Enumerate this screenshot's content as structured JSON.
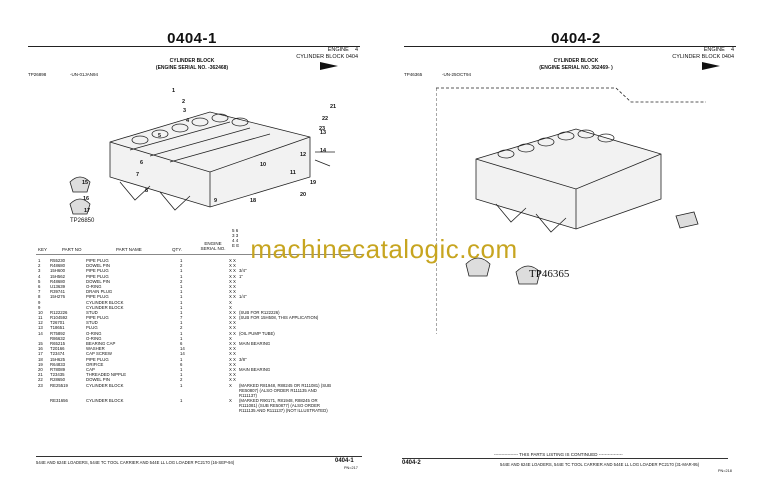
{
  "left": {
    "title": "0404-1",
    "header_group": "ENGINE",
    "header_group_num": "4",
    "header_section": "CYLINDER BLOCK 0404",
    "caption_title": "CYLINDER BLOCK",
    "caption_serial": "(ENGINE SERIAL NO.       -362468)",
    "tp_id": "TP26898",
    "un_id": "-UN-01JAN94",
    "fig_stamp": "TP26850",
    "callouts": [
      "1",
      "2",
      "3",
      "4",
      "5",
      "6",
      "7",
      "8",
      "9",
      "10",
      "11",
      "12",
      "13",
      "14",
      "15",
      "16",
      "17",
      "18",
      "19",
      "20",
      "21",
      "22",
      "23"
    ],
    "col_headers": {
      "key": "KEY",
      "part": "PART NO",
      "name": "PART NAME",
      "qty": "QTY.",
      "engine": "ENGINE",
      "serial": "SERIAL NO.",
      "serial_digits": [
        "5 6",
        "3 3",
        "4 4",
        "E E"
      ]
    },
    "rows": [
      {
        "key": "1",
        "part": "R55230",
        "name": "PIPE PLUG",
        "qty": "1",
        "mark": "X X",
        "rem": ""
      },
      {
        "key": "2",
        "part": "R48680",
        "name": "DOWEL PIN",
        "qty": "2",
        "mark": "X X",
        "rem": ""
      },
      {
        "key": "3",
        "part": "15H600",
        "name": "PIPE PLUG",
        "qty": "1",
        "mark": "X X",
        "rem": "3/4\""
      },
      {
        "key": "4",
        "part": "15H562",
        "name": "PIPE PLUG",
        "qty": "1",
        "mark": "X X",
        "rem": "1\""
      },
      {
        "key": "5",
        "part": "R48680",
        "name": "DOWEL PIN",
        "qty": "2",
        "mark": "X X",
        "rem": ""
      },
      {
        "key": "6",
        "part": "U13639",
        "name": "O-RING",
        "qty": "1",
        "mark": "X X",
        "rem": ""
      },
      {
        "key": "7",
        "part": "R39741",
        "name": "DRAIN PLUG",
        "qty": "1",
        "mark": "X X",
        "rem": ""
      },
      {
        "key": "8",
        "part": "15H276",
        "name": "PIPE PLUG",
        "qty": "1",
        "mark": "X X",
        "rem": "1/4\""
      },
      {
        "key": "9",
        "part": "",
        "name": "CYLINDER BLOCK",
        "qty": "1",
        "mark": "X",
        "rem": ""
      },
      {
        "key": "9",
        "part": "",
        "name": "CYLINDER BLOCK",
        "qty": "1",
        "mark": "X",
        "rem": ""
      },
      {
        "key": "10",
        "part": "R122226",
        "name": "STUD",
        "qty": "1",
        "mark": "X X",
        "rem": "(SUB FOR R122226)"
      },
      {
        "key": "11",
        "part": "R104592",
        "name": "PIPE PLUG",
        "qty": "7",
        "mark": "X X",
        "rem": "(SUB FOR 15H508, THIS APPLICATION)"
      },
      {
        "key": "12",
        "part": "T26701",
        "name": "STUD",
        "qty": "1",
        "mark": "X X",
        "rem": ""
      },
      {
        "key": "13",
        "part": "T18651",
        "name": "PLUG",
        "qty": "2",
        "mark": "X X",
        "rem": ""
      },
      {
        "key": "14",
        "part": "R75892",
        "name": "O-RING",
        "qty": "1",
        "mark": "X X",
        "rem": "(OIL PUMP TUBE)"
      },
      {
        "key": "",
        "part": "R86632",
        "name": "O-RING",
        "qty": "1",
        "mark": "X",
        "rem": ""
      },
      {
        "key": "15",
        "part": "R65215",
        "name": "BEARING CAP",
        "qty": "6",
        "mark": "X X",
        "rem": "MAIN BEARING"
      },
      {
        "key": "16",
        "part": "T20166",
        "name": "WASHER",
        "qty": "14",
        "mark": "X X",
        "rem": ""
      },
      {
        "key": "17",
        "part": "T23474",
        "name": "CAP SCREW",
        "qty": "14",
        "mark": "X X",
        "rem": ""
      },
      {
        "key": "18",
        "part": "15H625",
        "name": "PIPE PLUG",
        "qty": "1",
        "mark": "X X",
        "rem": "3/8\""
      },
      {
        "key": "19",
        "part": "R64833",
        "name": "ORIFICE",
        "qty": "6",
        "mark": "X X",
        "rem": ""
      },
      {
        "key": "20",
        "part": "R78089",
        "name": "CAP",
        "qty": "1",
        "mark": "X X",
        "rem": "MAIN BEARING"
      },
      {
        "key": "21",
        "part": "T23435",
        "name": "THREADED NIPPLE",
        "qty": "1",
        "mark": "X X",
        "rem": ""
      },
      {
        "key": "22",
        "part": "R28650",
        "name": "DOWEL PIN",
        "qty": "2",
        "mark": "X X",
        "rem": ""
      },
      {
        "key": "23",
        "part": "RE25519",
        "name": "CYLINDER BLOCK",
        "qty": "1",
        "mark": "X",
        "rem": "(MARKED R81948, R88245 OR R111081) (SUB"
      },
      {
        "key": "",
        "part": "",
        "name": "",
        "qty": "",
        "mark": "",
        "rem": "RE50807) (ALSO ORDER R111135 AND"
      },
      {
        "key": "",
        "part": "",
        "name": "",
        "qty": "",
        "mark": "",
        "rem": "R111137)"
      },
      {
        "key": "",
        "part": "RE31656",
        "name": "CYLINDER BLOCK",
        "qty": "1",
        "mark": "X",
        "rem": "(MARKED R90171, R81948, R88245 OR"
      },
      {
        "key": "",
        "part": "",
        "name": "",
        "qty": "",
        "mark": "",
        "rem": "R111081) (SUB RE50877) (ALSO ORDER"
      },
      {
        "key": "",
        "part": "",
        "name": "",
        "qty": "",
        "mark": "",
        "rem": "R111135 AND R111137) (NOT ILLUSTRATED)"
      }
    ],
    "footer_text": "544E AND 624E LOADERS, 544E TC TOOL CARRIER AND 544E LL LOG LOADER   PC2170   (16-SEP-94)",
    "footer_num": "0404-1",
    "footer_sub": "PN=217"
  },
  "right": {
    "title": "0404-2",
    "header_group": "ENGINE",
    "header_group_num": "4",
    "header_section": "CYLINDER BLOCK 0404",
    "caption_title": "CYLINDER BLOCK",
    "caption_serial": "(ENGINE SERIAL NO. 362469-        )",
    "tp_id": "TP46365",
    "un_id": "-UN-25OCT94",
    "fig_stamp": "TP46365",
    "continued": "---------------- THIS PARTS LISTING IS CONTINUED ----------------",
    "footer_num": "0404-2",
    "footer_text": "544E AND 624E LOADERS, 544E TC TOOL CARRIER AND 544E LL LOG LOADER   PC2170   (31-MAR-95)",
    "footer_sub": "PN=218"
  },
  "watermark": "machinecatalogic.com"
}
